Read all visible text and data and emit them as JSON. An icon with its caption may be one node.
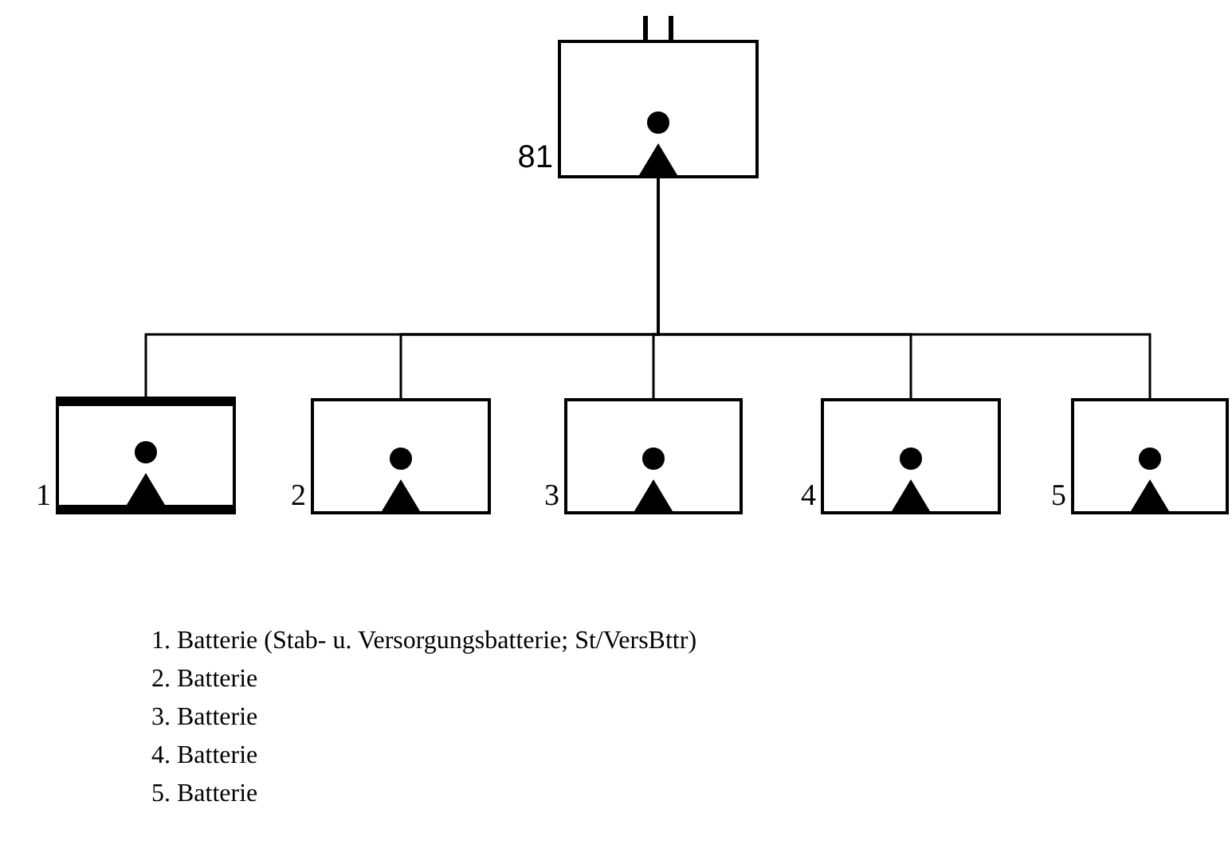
{
  "diagram": {
    "nodes": [
      {
        "text": [],
        "shape": "box",
        "beside": [
          "81"
        ]
      },
      {
        "text": [],
        "shape": "box",
        "beside": [
          "1"
        ]
      },
      {
        "text": [],
        "shape": "box",
        "beside": [
          "2"
        ]
      },
      {
        "text": [],
        "shape": "box",
        "beside": [
          "3"
        ]
      },
      {
        "text": [],
        "shape": "box",
        "beside": [
          "4"
        ]
      },
      {
        "text": [],
        "shape": "box",
        "beside": [
          "5"
        ]
      }
    ],
    "edges": [
      {
        "from": 0,
        "to": 1,
        "arrow": "none"
      },
      {
        "from": 0,
        "to": 2,
        "arrow": "none"
      },
      {
        "from": 0,
        "to": 3,
        "arrow": "none"
      },
      {
        "from": 0,
        "to": 4,
        "arrow": "none"
      },
      {
        "from": 0,
        "to": 5,
        "arrow": "none"
      }
    ],
    "labels": [
      "1. Batterie (Stab- u. Versorgungsbatterie; St/VersBttr)",
      "2. Batterie",
      "3. Batterie",
      "4. Batterie",
      "5. Batterie"
    ]
  }
}
